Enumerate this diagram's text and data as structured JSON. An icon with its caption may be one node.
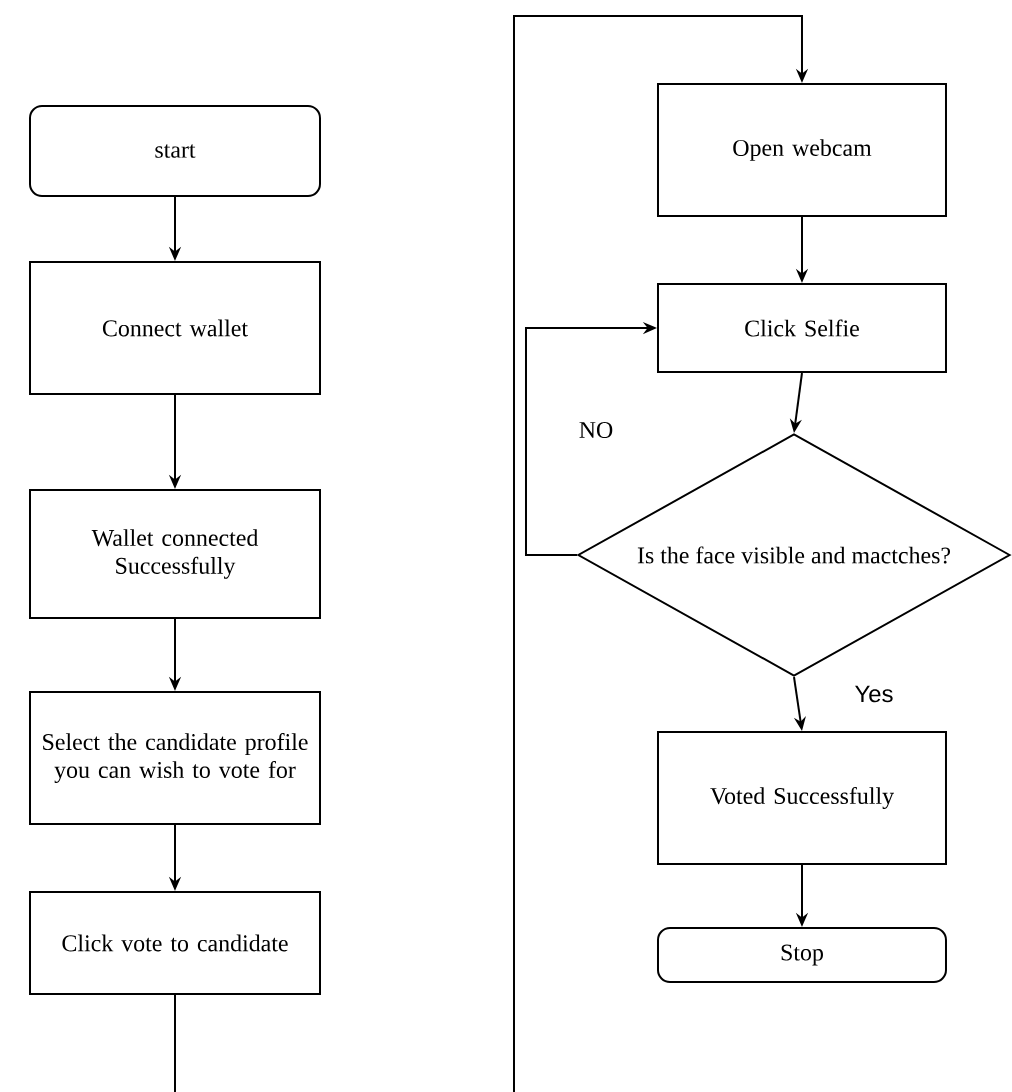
{
  "diagram": {
    "nodes": [
      {
        "text": [
          "start"
        ]
      },
      {
        "text": [
          "Connect wallet"
        ]
      },
      {
        "text": [
          "Wallet connected Successfully"
        ]
      },
      {
        "text": [
          "Select the candidate profile you can wish to vote for"
        ]
      },
      {
        "text": [
          "Click vote to candidate"
        ]
      },
      {
        "text": [
          "Open webcam"
        ]
      },
      {
        "text": [
          "Click Selfie"
        ]
      },
      {
        "text": [
          "Is the face visible and mactches?"
        ]
      },
      {
        "text": [
          "Voted Successfully"
        ]
      },
      {
        "text": [
          "Stop"
        ]
      }
    ],
    "edges": [
      {
        "from": 0,
        "to": 1,
        "arrow": "to"
      },
      {
        "from": 1,
        "to": 2,
        "arrow": "to"
      },
      {
        "from": 2,
        "to": 3,
        "arrow": "to"
      },
      {
        "from": 3,
        "to": 4,
        "arrow": "to"
      },
      {
        "from": 4,
        "to": null,
        "arrow": "none"
      },
      {
        "from": null,
        "to": 5,
        "arrow": "to"
      },
      {
        "from": 5,
        "to": 6,
        "arrow": "to"
      },
      {
        "from": 6,
        "to": 7,
        "arrow": "to"
      },
      {
        "from": 7,
        "to": 8,
        "arrow": "to",
        "label": "Yes"
      },
      {
        "from": 7,
        "to": 6,
        "arrow": "to",
        "label": "NO"
      },
      {
        "from": 8,
        "to": 9,
        "arrow": "to"
      }
    ]
  }
}
